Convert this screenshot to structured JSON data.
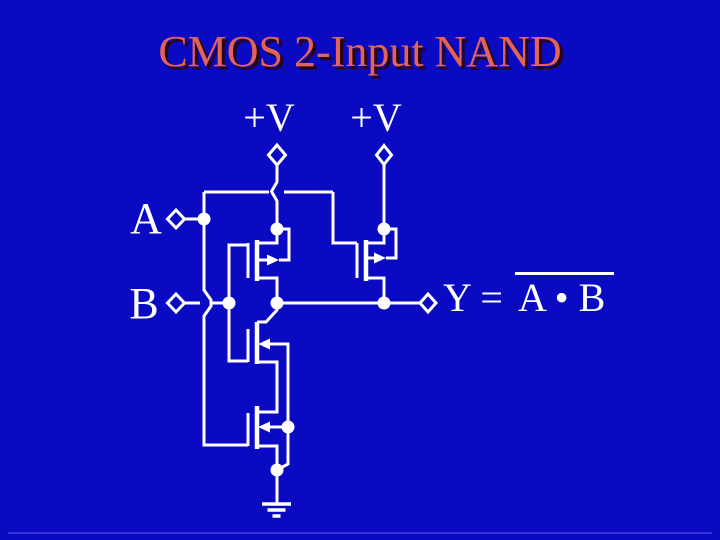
{
  "slide": {
    "title": "CMOS 2-Input NAND",
    "labels": {
      "vdd_left": "+V",
      "vdd_right": "+V",
      "input_a": "A",
      "input_b": "B",
      "output_prefix": "Y = ",
      "output_overbar": "A • B"
    },
    "colors": {
      "background": "#0a0ac2",
      "wire": "#ffffff",
      "title": "#e2625c",
      "title_shadow": "#2a0505"
    }
  },
  "circuit": {
    "gate_type": "NAND",
    "inputs": [
      "A",
      "B"
    ],
    "output": "Y = A • B (inverted, shown with overbar)",
    "structure": {
      "pull_up": "two PMOS transistors in parallel, sources to +V, drains to Y",
      "pull_down": "two NMOS transistors in series between Y and ground"
    },
    "transistors": [
      {
        "id": "PMOS-1",
        "type": "PMOS",
        "gate": "B",
        "source": "+V (left)",
        "drain": "Y"
      },
      {
        "id": "PMOS-2",
        "type": "PMOS",
        "gate": "A",
        "source": "+V (right)",
        "drain": "Y"
      },
      {
        "id": "NMOS-1",
        "type": "NMOS",
        "gate": "B",
        "drain": "Y",
        "source": "NMOS-2 drain"
      },
      {
        "id": "NMOS-2",
        "type": "NMOS",
        "gate": "A",
        "drain": "NMOS-1 source",
        "source": "ground"
      }
    ],
    "terminals": [
      "+V (left)",
      "+V (right)",
      "A",
      "B",
      "Y",
      "ground"
    ]
  }
}
